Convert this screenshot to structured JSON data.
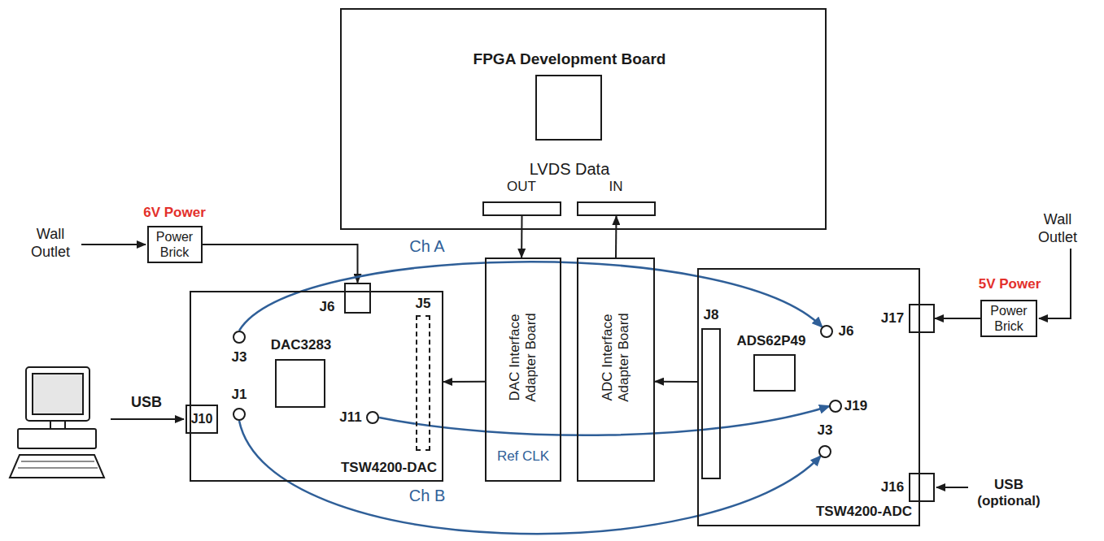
{
  "diagram": {
    "nodes": [
      {
        "text": [
          "FPGA Development Board",
          "LVDS Data"
        ]
      },
      {
        "text": [
          "OUT"
        ],
        "in": 0
      },
      {
        "text": [
          "IN"
        ],
        "in": 0
      },
      {
        "text": [
          "6V Power",
          "Power Brick"
        ]
      },
      {
        "text": [
          "DAC Interface Adapter Board"
        ]
      },
      {
        "text": [
          "ADC Interface Adapter Board"
        ]
      },
      {
        "text": [
          "5V Power",
          "Power Brick"
        ]
      },
      {
        "text": [
          "TSW4200-DAC"
        ]
      },
      {
        "text": [
          "J6"
        ],
        "in": 7
      },
      {
        "text": [
          "J3"
        ],
        "in": 7
      },
      {
        "text": [
          "DAC3283"
        ],
        "in": 7
      },
      {
        "text": [
          "J5"
        ],
        "in": 7
      },
      {
        "text": [
          "J1"
        ],
        "in": 7
      },
      {
        "text": [
          "J11"
        ],
        "in": 7
      },
      {
        "text": [
          "J10"
        ],
        "in": 7
      },
      {
        "text": [
          "TSW4200-ADC"
        ]
      },
      {
        "text": [
          "J8"
        ],
        "in": 15
      },
      {
        "text": [
          "J17"
        ],
        "in": 15
      },
      {
        "text": [
          "J6"
        ],
        "in": 15
      },
      {
        "text": [
          "ADS62P49"
        ],
        "in": 15
      },
      {
        "text": [
          "J19"
        ],
        "in": 15
      },
      {
        "text": [
          "J3"
        ],
        "in": 15
      },
      {
        "text": [
          "J16"
        ],
        "in": 15
      }
    ],
    "edges": [
      {
        "from": 1,
        "to": 4,
        "arrow": "to"
      },
      {
        "from": 5,
        "to": 2,
        "arrow": "to"
      },
      {
        "from": 4,
        "to": 7,
        "arrow": "to"
      },
      {
        "from": 15,
        "to": 5,
        "arrow": "to"
      },
      {
        "from": 3,
        "to": 8,
        "arrow": "to"
      },
      {
        "from": 6,
        "to": 17,
        "arrow": "to"
      },
      {
        "from": 9,
        "to": 18,
        "label": "Ch A",
        "arrow": "to"
      },
      {
        "from": 13,
        "to": 20,
        "arrow": "to"
      },
      {
        "from": 12,
        "to": 21,
        "label": "Ch B",
        "arrow": "to"
      }
    ],
    "labels": [
      "Wall Outlet",
      "Wall Outlet",
      "USB",
      "Ref CLK",
      "USB (optional)"
    ]
  }
}
